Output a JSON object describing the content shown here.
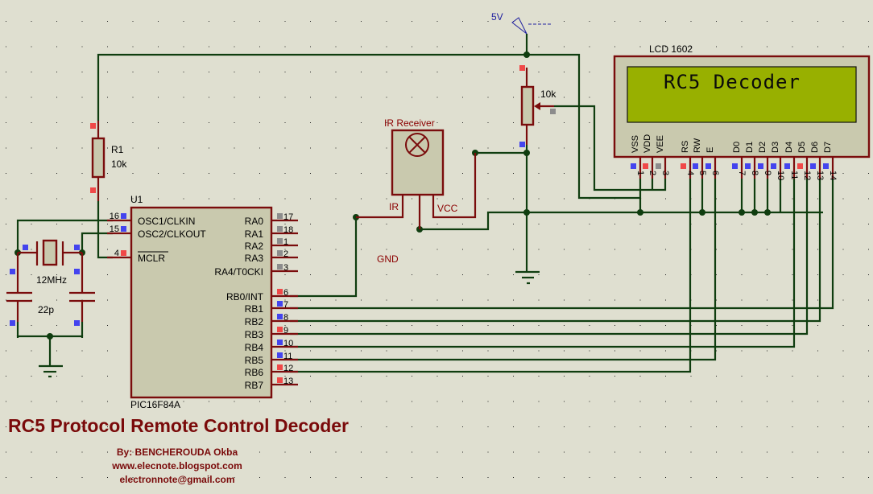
{
  "title": "RC5 Protocol Remote Control Decoder",
  "credits": {
    "author": "By: BENCHEROUDA Okba",
    "website": "www.elecnote.blogspot.com",
    "email": "electronnote@gmail.com"
  },
  "components": {
    "mcu": {
      "ref": "U1",
      "part": "PIC16F84A",
      "left_pins": [
        {
          "num": "16",
          "name": "OSC1/CLKIN",
          "state": "low"
        },
        {
          "num": "15",
          "name": "OSC2/CLKOUT",
          "state": "low"
        },
        {
          "num": "4",
          "name": "MCLR",
          "state": "high"
        }
      ],
      "right_pins": [
        {
          "num": "17",
          "name": "RA0",
          "state": "float"
        },
        {
          "num": "18",
          "name": "RA1",
          "state": "float"
        },
        {
          "num": "1",
          "name": "RA2",
          "state": "float"
        },
        {
          "num": "2",
          "name": "RA3",
          "state": "float"
        },
        {
          "num": "3",
          "name": "RA4/T0CKI",
          "state": "float"
        },
        {
          "num": "6",
          "name": "RB0/INT",
          "state": "high"
        },
        {
          "num": "7",
          "name": "RB1",
          "state": "low"
        },
        {
          "num": "8",
          "name": "RB2",
          "state": "low"
        },
        {
          "num": "9",
          "name": "RB3",
          "state": "high"
        },
        {
          "num": "10",
          "name": "RB4",
          "state": "low"
        },
        {
          "num": "11",
          "name": "RB5",
          "state": "low"
        },
        {
          "num": "12",
          "name": "RB6",
          "state": "high"
        },
        {
          "num": "13",
          "name": "RB7",
          "state": "high"
        }
      ]
    },
    "resistor": {
      "ref": "R1",
      "value": "10k"
    },
    "crystal": {
      "value": "12MHz"
    },
    "capacitors": {
      "value": "22p"
    },
    "potentiometer": {
      "value": "10k"
    },
    "ir_receiver": {
      "label": "IR Receiver",
      "pins": [
        "IR",
        "GND",
        "VCC"
      ]
    },
    "power": {
      "label": "5V"
    },
    "lcd": {
      "label": "LCD 1602",
      "display_line1": "RC5 Decoder",
      "display_line2": "",
      "pins": [
        {
          "num": "1",
          "name": "VSS",
          "state": "low"
        },
        {
          "num": "2",
          "name": "VDD",
          "state": "high"
        },
        {
          "num": "3",
          "name": "VEE",
          "state": "float"
        },
        {
          "num": "4",
          "name": "RS",
          "state": "high"
        },
        {
          "num": "5",
          "name": "RW",
          "state": "low"
        },
        {
          "num": "6",
          "name": "E",
          "state": "low"
        },
        {
          "num": "7",
          "name": "D0",
          "state": "low"
        },
        {
          "num": "8",
          "name": "D1",
          "state": "low"
        },
        {
          "num": "9",
          "name": "D2",
          "state": "low"
        },
        {
          "num": "10",
          "name": "D3",
          "state": "low"
        },
        {
          "num": "11",
          "name": "D4",
          "state": "low"
        },
        {
          "num": "12",
          "name": "D5",
          "state": "high"
        },
        {
          "num": "13",
          "name": "D6",
          "state": "low"
        },
        {
          "num": "14",
          "name": "D7",
          "state": "low"
        }
      ]
    }
  },
  "colors": {
    "background": "#dfdfd0",
    "wire": "#0f3d0f",
    "component_outline": "#7a0c0c",
    "component_fill": "#c9c9ae",
    "lcd_screen": "#98b000",
    "state_high": "#f04848",
    "state_low": "#4444ee",
    "state_float": "#8c8c8c",
    "title_text": "#7a0a0a"
  }
}
